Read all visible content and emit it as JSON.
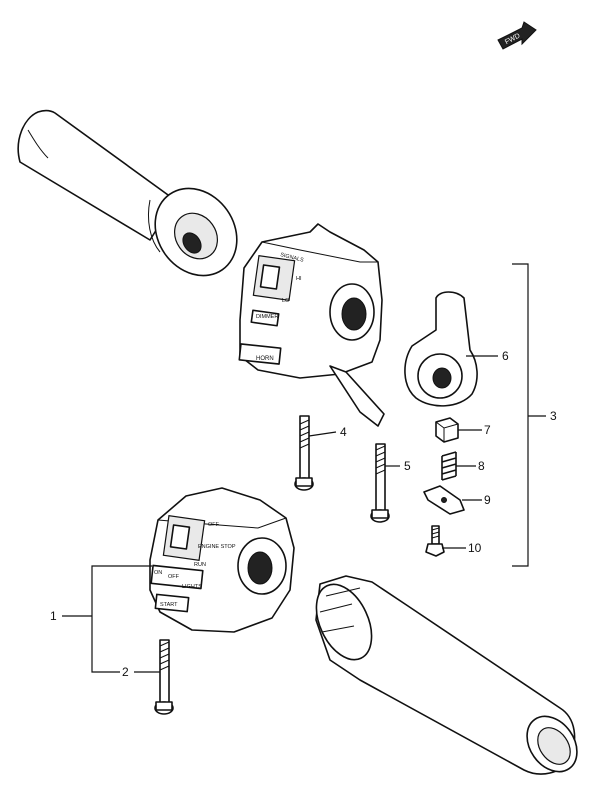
{
  "fwd_badge": "FWD",
  "callouts": {
    "c1": "1",
    "c2": "2",
    "c3": "3",
    "c4": "4",
    "c5": "5",
    "c6": "6",
    "c7": "7",
    "c8": "8",
    "c9": "9",
    "c10": "10"
  },
  "right_switch_labels": {
    "signals": "SIGNALS",
    "hi": "HI",
    "lo": "LO",
    "horn": "HORN",
    "dimmer": "DIMMER"
  },
  "left_switch_labels": {
    "off": "OFF",
    "engine_stop": "ENGINE STOP",
    "run": "RUN",
    "on": "ON",
    "off2": "OFF",
    "lights": "LIGHTS",
    "start": "START"
  }
}
